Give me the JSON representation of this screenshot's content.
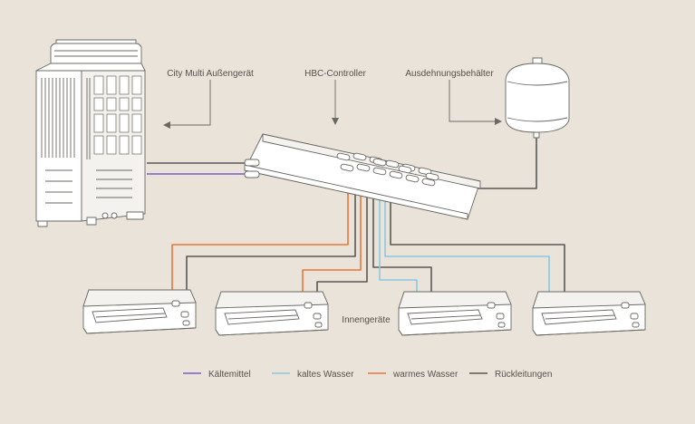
{
  "labels": {
    "outdoor_unit": "City Multi Außengerät",
    "hbc_controller": "HBC-Controller",
    "expansion_tank": "Ausdehnungsbehälter",
    "indoor_units": "Innengeräte"
  },
  "legend": [
    {
      "label": "Kältemittel",
      "color": "#7a5cc4"
    },
    {
      "label": "kaltes Wasser",
      "color": "#8cc8e0"
    },
    {
      "label": "warmes Wasser",
      "color": "#e8773a"
    },
    {
      "label": "Rückleitungen",
      "color": "#5b5955"
    }
  ],
  "colors": {
    "background": "#e9e3d9",
    "outline": "#6a6863",
    "refrigerant": "#7a5cc4",
    "cold_water": "#8cc8e0",
    "warm_water": "#e8773a",
    "return": "#5b5955"
  }
}
